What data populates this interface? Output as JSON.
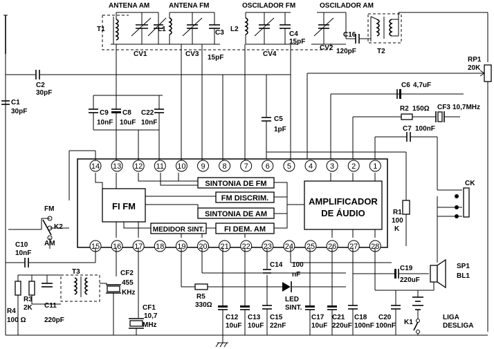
{
  "headers": {
    "antena_am": "ANTENA AM",
    "antena_fm": "ANTENA FM",
    "osc_fm": "OSCILADOR FM",
    "osc_am": "OSCILADOR AM"
  },
  "ic": {
    "top_pins": [
      "14",
      "13",
      "12",
      "11",
      "10",
      "9",
      "8",
      "7",
      "6",
      "5",
      "4",
      "3",
      "2",
      "1"
    ],
    "bottom_pins": [
      "15",
      "16",
      "17",
      "18",
      "19",
      "20",
      "21",
      "22",
      "23",
      "24",
      "25",
      "26",
      "27",
      "28"
    ],
    "blocks": {
      "fi_fm": "FI FM",
      "sint_fm": "SINTONIA DE FM",
      "fm_discrim": "FM DISCRIM.",
      "sint_am": "SINTONIA DE AM",
      "medidor": "MEDIDOR SINT.",
      "fi_dem_am": "FI DEM. AM",
      "amp1": "AMPLIFICADOR",
      "amp2": "DE ÁUDIO"
    }
  },
  "components": {
    "t1": "T1",
    "l1": "L1",
    "c3": "C3",
    "l2": "L2",
    "c4": "C4",
    "c4v": "15pF",
    "cv2": "CV2",
    "c16": "C16",
    "c16v": "120pF",
    "t2": "T2",
    "cv1": "CV1",
    "cv3": "CV3",
    "cv3v": "15pF",
    "cv4": "CV4",
    "c2": "C2",
    "c2v": "30pF",
    "c1": "C1",
    "c1v": "30pF",
    "c9": "C9",
    "c9v": "10nF",
    "c8": "C8",
    "c8v": "10uF",
    "c22": "C22",
    "c22v": "10nF",
    "c5": "C5",
    "c5v": "1pF",
    "rp1": "RP1",
    "rp1v": "20K",
    "c6": "C6",
    "c6v": "4,7uF",
    "r2": "R2",
    "r2v": "150Ω",
    "cf3": "CF3",
    "cf3v": "10,7MHz",
    "c7": "C7",
    "c7v": "100nF",
    "ck": "CK",
    "r1": "R1",
    "r1v1": "100",
    "r1v2": "K",
    "fm": "FM",
    "k2": "K2",
    "am": "AM",
    "c10": "C10",
    "c10v": "10nF",
    "t3": "T3",
    "cf2": "CF2",
    "cf2v1": "455",
    "cf2v2": "KHz",
    "r3": "R3",
    "r3v": "2K",
    "r4": "R4",
    "r4v": "100 Ω",
    "c11": "C11",
    "c11v": "220pF",
    "cf1": "CF1",
    "cf1v1": "10,7",
    "cf1v2": "MHz",
    "r5": "R5",
    "r5v": "330Ω",
    "c14": "C14",
    "c14v1": "100",
    "c14v2": "nF",
    "led1": "LED",
    "led2": "SINT.",
    "c19": "C19",
    "c19v": "220uF",
    "sp1": "SP1",
    "bl1": "BL1",
    "c12": "C12",
    "c12v": "10uF",
    "c13": "C13",
    "c13v": "10uF",
    "c15": "C15",
    "c15v": "22nF",
    "c17": "C17",
    "c17v": "10uF",
    "c21": "C21",
    "c21v": "220uF",
    "c18": "C18",
    "c18v": "100nF",
    "c20": "C20",
    "c20v": "100nF",
    "k1": "K1",
    "liga": "LIGA",
    "desliga": "DESLIGA"
  }
}
